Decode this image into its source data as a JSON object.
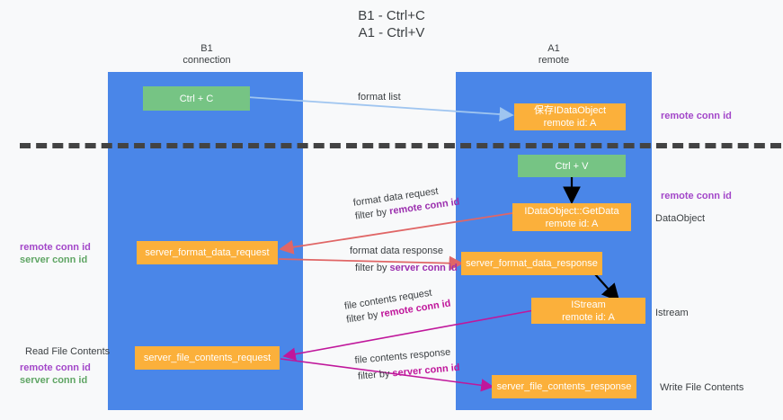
{
  "title": {
    "line1": "B1 - Ctrl+C",
    "line2": "A1 - Ctrl+V"
  },
  "columns": [
    {
      "name": "B1",
      "sub": "connection"
    },
    {
      "name": "A1",
      "sub": "remote"
    }
  ],
  "nodes": {
    "ctrl_c": {
      "label": "Ctrl + C"
    },
    "save_dataobject": {
      "line1": "保存IDataObject",
      "line2": "remote id: A"
    },
    "ctrl_v": {
      "label": "Ctrl + V"
    },
    "getdata": {
      "line1": "IDataObject::GetData",
      "line2": "remote id: A"
    },
    "server_format_data_request": {
      "label": "server_format_data_request"
    },
    "server_format_data_response": {
      "label": "server_format_data_response"
    },
    "istream": {
      "line1": "IStream",
      "line2": "remote id: A"
    },
    "server_file_contents_request": {
      "label": "server_file_contents_request"
    },
    "server_file_contents_response": {
      "label": "server_file_contents_response"
    }
  },
  "side_labels": {
    "right_remote_conn_id_top": "remote conn id",
    "right_remote_conn_id_mid": "remote conn id",
    "right_dataobject": "DataObject",
    "right_istream": "Istream",
    "right_write_file_contents": "Write File Contents",
    "left_remote_conn_id": "remote conn id",
    "left_server_conn_id": "server conn id",
    "left_read_file_contents": "Read File Contents",
    "left_remote_conn_id_2": "remote conn id",
    "left_server_conn_id_2": "server conn id"
  },
  "edges": {
    "format_list": {
      "label": "format list"
    },
    "format_data_request": {
      "line1": "format data request",
      "line2_prefix": "filter by ",
      "line2_highlight": "remote conn id"
    },
    "format_data_response": {
      "line1": "format data response",
      "line2_prefix": "filter by ",
      "line2_highlight": "server conn id"
    },
    "file_contents_request": {
      "line1": "file contents request",
      "line2_prefix": "filter by ",
      "line2_highlight": "remote conn id"
    },
    "file_contents_response": {
      "line1": "file contents response",
      "line2_prefix": "filter by ",
      "line2_highlight": "server conn id"
    }
  },
  "colors": {
    "lane": "#4a86e8",
    "green_node": "#76c484",
    "orange_node": "#fbb03b",
    "blue_arrow": "#9fc5f0",
    "red_arrow": "#e06666",
    "magenta_arrow": "#c0179b",
    "purple_text": "#9b2fae",
    "green_text": "#5fa564",
    "dash": "#434343"
  }
}
